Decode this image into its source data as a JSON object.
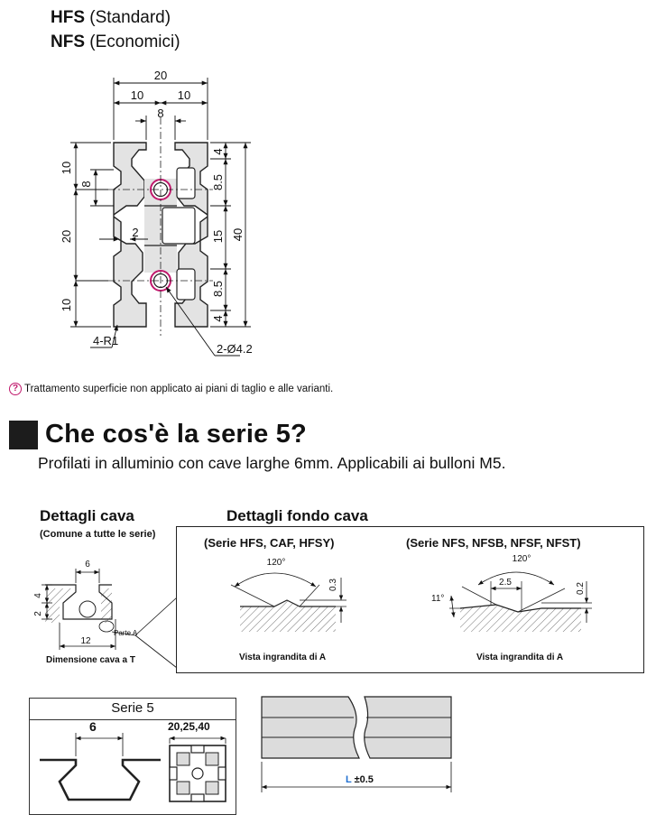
{
  "header": {
    "line1_code": "HFS",
    "line1_desc": "(Standard)",
    "line2_code": "NFS",
    "line2_desc": "(Economici)"
  },
  "profile_drawing": {
    "dims": {
      "width_total": "20",
      "half_left": "10",
      "half_right": "10",
      "slot_opening": "8",
      "left_top": "10",
      "left_mid": "20",
      "left_bottom": "10",
      "left_8": "8",
      "wall_2": "2",
      "right_4_top": "4",
      "right_85_top": "8.5",
      "right_15": "15",
      "right_85_bottom": "8.5",
      "right_4_bottom": "4",
      "right_40": "40",
      "corner_radius": "4-R1",
      "holes": "2-Ø4.2"
    }
  },
  "note": {
    "icon": "info-icon",
    "text": "Trattamento superficie non applicato ai piani di taglio e alle varianti."
  },
  "section": {
    "heading": "Che cos'è la serie 5?",
    "description": "Profilati in alluminio con cave larghe 6mm. Applicabili ai bulloni M5."
  },
  "groove_details": {
    "title": "Dettagli cava",
    "subtitle": "(Comune a tutte le serie)",
    "dim_top": "6",
    "dim_4": "4",
    "dim_2": "2",
    "dim_12": "12",
    "part_label": "Parte A",
    "caption": "Dimensione cava a T"
  },
  "bottom_details": {
    "title": "Dettagli fondo cava",
    "hfs_label": "(Serie HFS, CAF, HFSY)",
    "nfs_label": "(Serie NFS, NFSB, NFSF, NFST)",
    "angle_hfs": "120°",
    "depth_hfs": "0.3",
    "angle_nfs": "120°",
    "width_nfs": "2.5",
    "depth_nfs": "0.2",
    "angle_11": "11°",
    "view_caption_1": "Vista ingrandita di A",
    "view_caption_2": "Vista ingrandita di A"
  },
  "serie5": {
    "title": "Serie 5",
    "slot_width": "6",
    "sizes": "20,25,40"
  },
  "length": {
    "letter": "L",
    "tolerance": "±0.5"
  },
  "colors": {
    "accent_magenta": "#c0186c",
    "profile_fill": "#e3e3e3",
    "length_blue": "#1f6fd1"
  }
}
